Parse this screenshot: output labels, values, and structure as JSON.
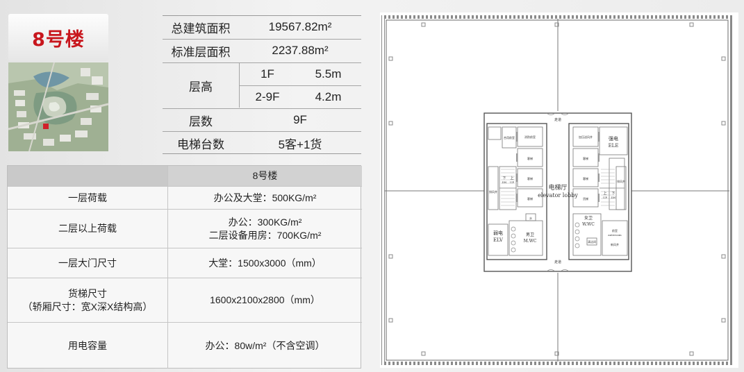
{
  "building": {
    "title": "8号楼"
  },
  "spec": {
    "gross_area_label": "总建筑面积",
    "gross_area_value": "19567.82m²",
    "std_floor_label": "标准层面积",
    "std_floor_value": "2237.88m²",
    "height_label": "层高",
    "height_rows": [
      {
        "floor": "1F",
        "height": "5.5m"
      },
      {
        "floor": "2-9F",
        "height": "4.2m"
      }
    ],
    "floors_label": "层数",
    "floors_value": "9F",
    "elevator_label": "电梯台数",
    "elevator_value": "5客+1货"
  },
  "load_table": {
    "header": "8号楼",
    "rows": [
      {
        "label": "一层荷载",
        "value": "办公及大堂：500KG/m²"
      },
      {
        "label": "二层以上荷载",
        "value_line1": "办公：300KG/m²",
        "value_line2": "二层设备用房：700KG/m²"
      },
      {
        "label": "一层大门尺寸",
        "value": "大堂：1500x3000（mm）"
      },
      {
        "label_line1": "货梯尺寸",
        "label_line2": "（轿厢尺寸：宽X深X结构高）",
        "value": "1600x2100x2800（mm）"
      },
      {
        "label": "用电容量",
        "value": "办公：80w/m²（不含空调）"
      }
    ]
  },
  "plan": {
    "lobby_cn": "电梯厅",
    "lobby_en": "elevator lobby",
    "elv_cn": "弱电",
    "elv_en": "ELV",
    "ele_cn": "强电",
    "ele_en": "ELE",
    "mwc_cn": "男卫",
    "mwc_en": "M.WC",
    "wwc_cn": "女卫",
    "wwc_en": "W.WC",
    "up": "上",
    "up_en": "UP",
    "dn": "下",
    "dn_en": "DN",
    "corridor": "走道",
    "lift_label": "客梯",
    "freight_label": "货梯",
    "water_label": "水",
    "wash_label": "清洁间",
    "shaft_label": "排风井",
    "fire_label": "消防前室",
    "duct_label": "新风井",
    "room_a": "合用前室",
    "room_b": "前室",
    "anteroom_en": "anteroom",
    "pressure_label": "加压送风井"
  },
  "colors": {
    "title_red": "#c8161d"
  }
}
